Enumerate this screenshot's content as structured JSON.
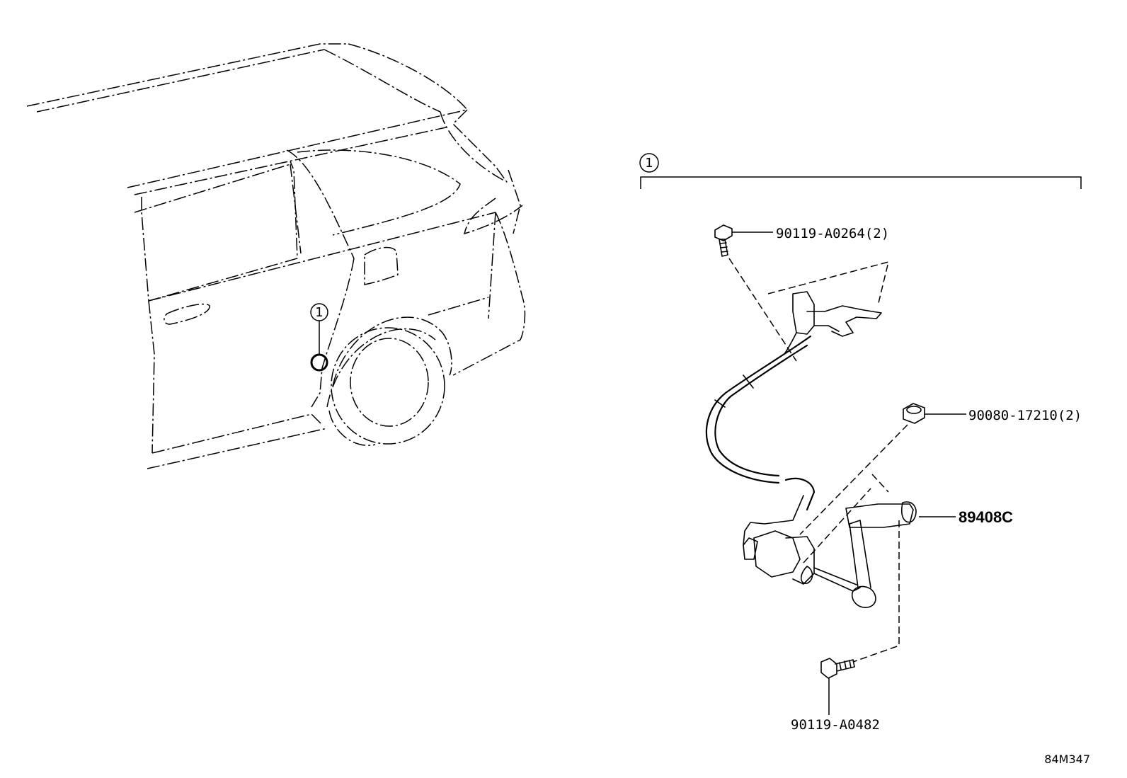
{
  "callout": {
    "number": "1"
  },
  "parts": {
    "bolt_top": {
      "label": "90119-A0264(2)",
      "icon": "bolt-icon"
    },
    "nut": {
      "label": "90080-17210(2)",
      "icon": "nut-icon"
    },
    "sensor": {
      "label": "89408C",
      "icon": "height-sensor-icon"
    },
    "bolt_bottom": {
      "label": "90119-A0482",
      "icon": "bolt-icon"
    }
  },
  "diagram_ref": "84M347",
  "colors": {
    "ink": "#000000",
    "paper": "#ffffff"
  }
}
